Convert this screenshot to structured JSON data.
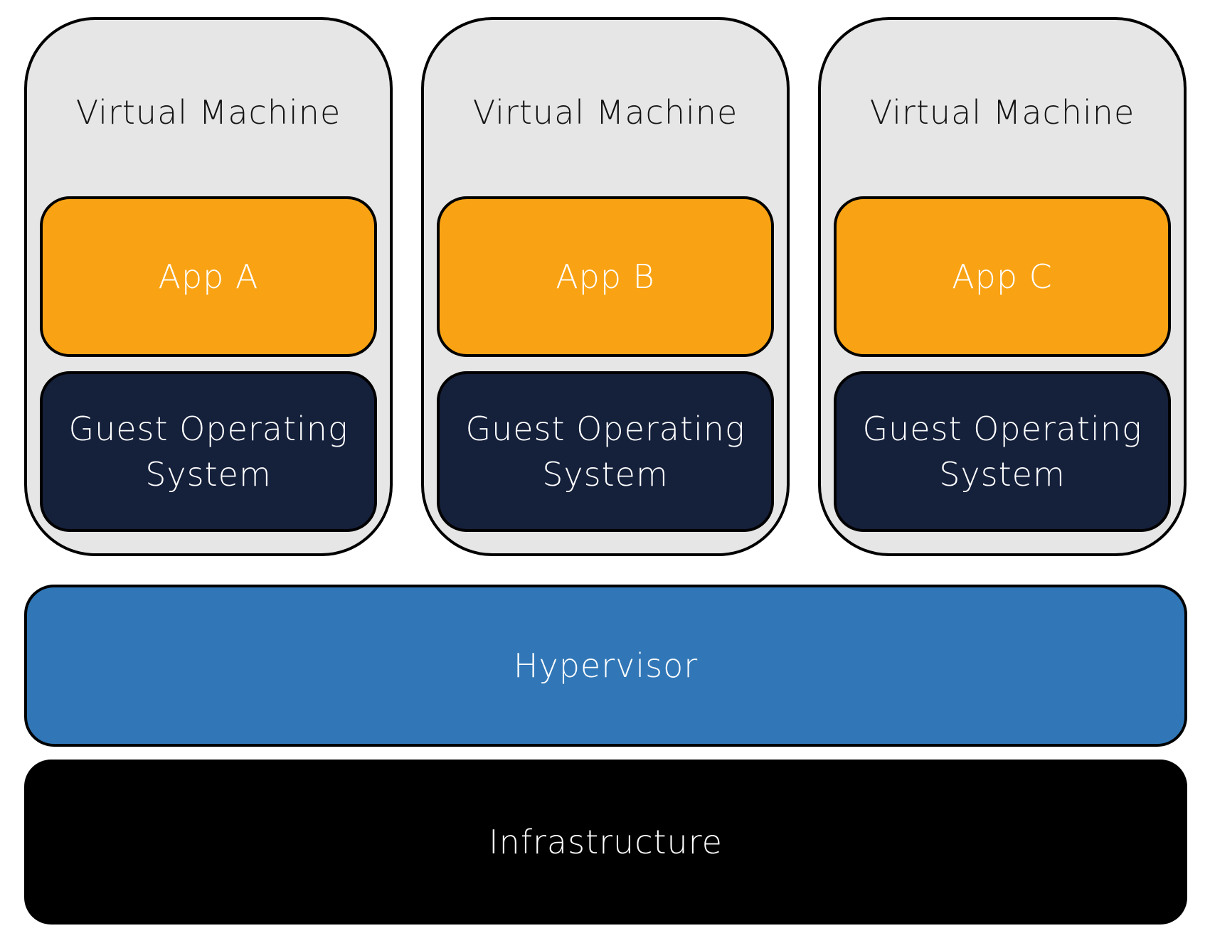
{
  "virtual_machines": [
    {
      "label": "Virtual Machine",
      "app": "App A",
      "guest_os": "Guest Operating System"
    },
    {
      "label": "Virtual Machine",
      "app": "App B",
      "guest_os": "Guest Operating System"
    },
    {
      "label": "Virtual Machine",
      "app": "App C",
      "guest_os": "Guest Operating System"
    }
  ],
  "hypervisor": {
    "label": "Hypervisor"
  },
  "infrastructure": {
    "label": "Infrastructure"
  },
  "colors": {
    "vm_background": "#e6e6e6",
    "app": "#f9a314",
    "guest_os": "#15203b",
    "hypervisor": "#3177b7",
    "infrastructure": "#000000",
    "outline": "#000000"
  }
}
